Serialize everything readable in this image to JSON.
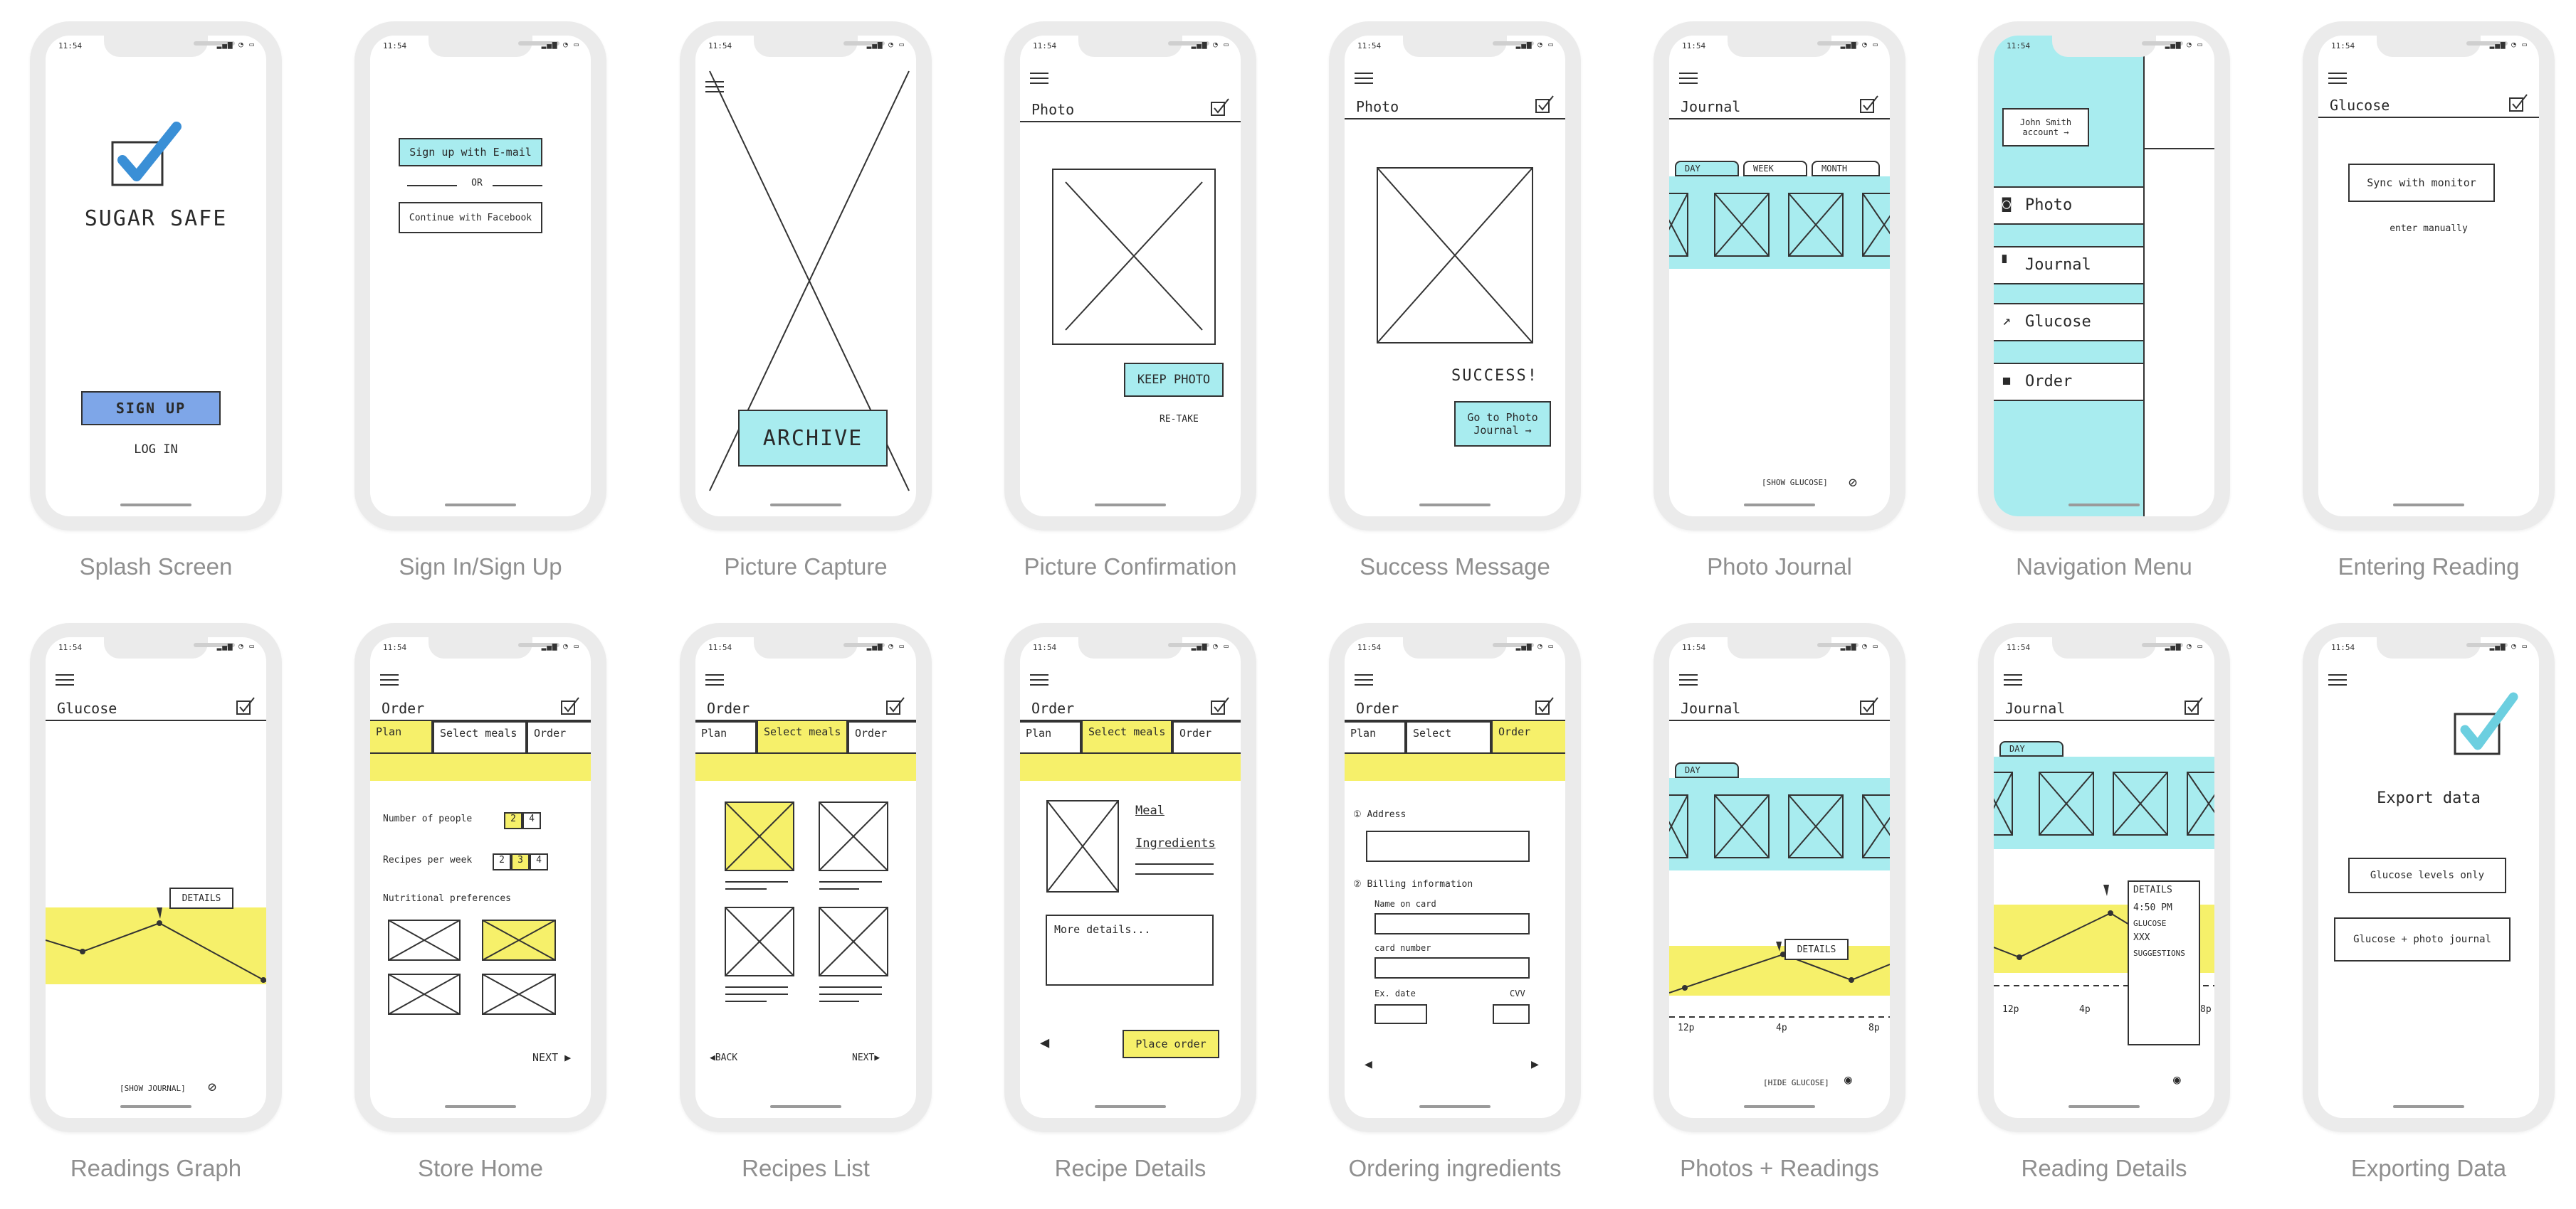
{
  "status": {
    "time": "11:54"
  },
  "screens": [
    {
      "caption": "Splash Screen",
      "app_name": "SUGAR SAFE",
      "signup": "SIGN UP",
      "login": "LOG IN"
    },
    {
      "caption": "Sign In/Sign Up",
      "email": "Sign up with E-mail",
      "or": "OR",
      "facebook": "Continue with Facebook"
    },
    {
      "caption": "Picture Capture",
      "archive": "ARCHIVE"
    },
    {
      "caption": "Picture Confirmation",
      "title": "Photo",
      "keep": "KEEP PHOTO",
      "retake": "RE-TAKE"
    },
    {
      "caption": "Success Message",
      "title": "Photo",
      "success": "SUCCESS!",
      "go": "Go to Photo Journal →"
    },
    {
      "caption": "Photo Journal",
      "title": "Journal",
      "tabs": [
        "DAY",
        "WEEK",
        "MONTH"
      ],
      "show": "[SHOW GLUCOSE]"
    },
    {
      "caption": "Navigation Menu",
      "account": "John Smith account →",
      "items": [
        "Photo",
        "Journal",
        "Glucose",
        "Order"
      ]
    },
    {
      "caption": "Entering Reading",
      "title": "Glucose",
      "sync": "Sync with monitor",
      "manual": "enter manually"
    },
    {
      "caption": "Readings Graph",
      "title": "Glucose",
      "details": "DETAILS",
      "show": "[SHOW JOURNAL]"
    },
    {
      "caption": "Store Home",
      "title": "Order",
      "tabs": [
        "Plan",
        "Select meals",
        "Order"
      ],
      "people": "Number of people",
      "people_opts": [
        "2",
        "4"
      ],
      "recipes": "Recipes per week",
      "recipes_opts": [
        "2",
        "3",
        "4"
      ],
      "prefs": "Nutritional preferences",
      "next": "NEXT"
    },
    {
      "caption": "Recipes List",
      "title": "Order",
      "tabs": [
        "Plan",
        "Select meals",
        "Order"
      ],
      "back": "BACK",
      "next": "NEXT"
    },
    {
      "caption": "Recipe Details",
      "title": "Order",
      "tabs": [
        "Plan",
        "Select meals",
        "Order"
      ],
      "meal": "Meal",
      "ingredients": "Ingredients",
      "more": "More details...",
      "place": "Place order"
    },
    {
      "caption": "Ordering ingredients",
      "title": "Order",
      "tabs": [
        "Plan",
        "Select",
        "Order"
      ],
      "address": "① Address",
      "billing": "② Billing information",
      "name": "Name on card",
      "card": "card number",
      "exp": "Ex. date",
      "cvv": "CVV"
    },
    {
      "caption": "Photos + Readings",
      "title": "Journal",
      "day": "DAY",
      "details": "DETAILS",
      "axis": [
        "12p",
        "4p",
        "8p"
      ],
      "hide": "[HIDE GLUCOSE]"
    },
    {
      "caption": "Reading Details",
      "title": "Journal",
      "day": "DAY",
      "details": "DETAILS",
      "time": "4:50 PM",
      "glucose": "GLUCOSE",
      "value": "XXX",
      "suggestions": "SUGGESTIONS",
      "axis": [
        "12p",
        "4p",
        "8p"
      ]
    },
    {
      "caption": "Exporting Data",
      "export": "Export data",
      "levels": "Glucose levels only",
      "photo": "Glucose + photo journal"
    }
  ]
}
